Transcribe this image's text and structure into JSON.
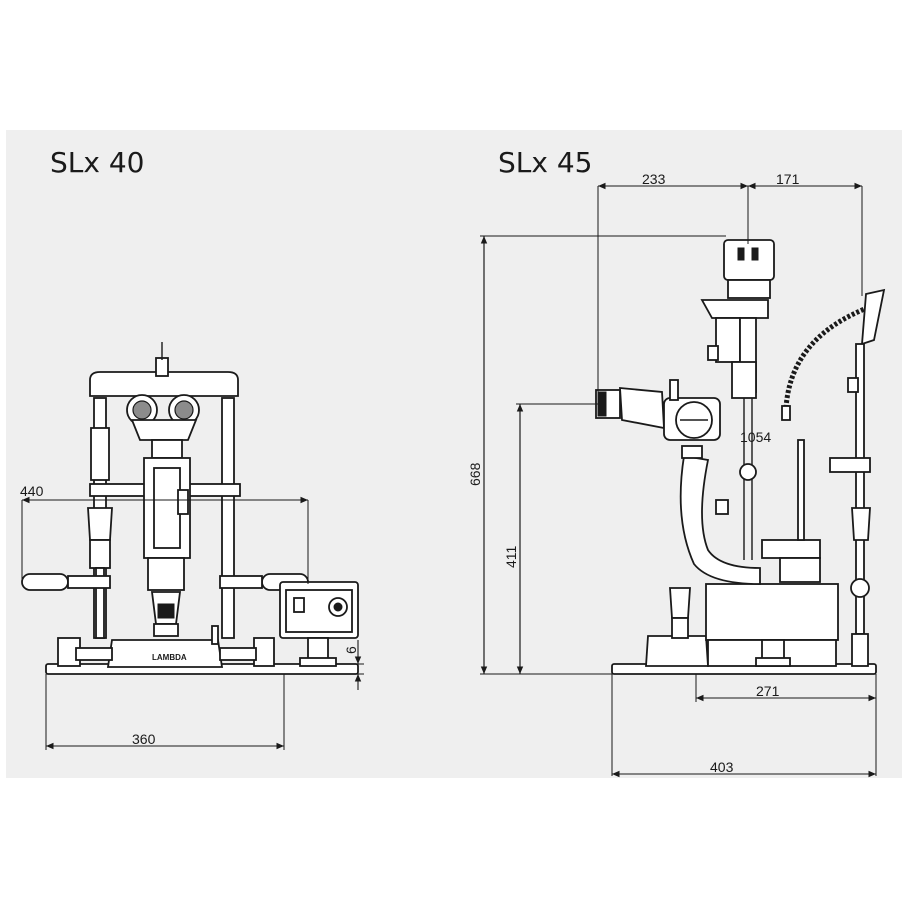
{
  "models": {
    "left": "SLx 40",
    "right": "SLx 45"
  },
  "left_dims": {
    "width_440": "440",
    "width_360": "360",
    "height_6": "6"
  },
  "right_dims": {
    "top_233": "233",
    "top_171": "171",
    "height_668": "668",
    "height_411": "411",
    "label_1054": "1054",
    "base_271": "271",
    "base_403": "403"
  },
  "labels": {
    "base_brand": "LAMBDA"
  },
  "colors": {
    "panel": "#efefef",
    "ink": "#1a1a1a"
  }
}
